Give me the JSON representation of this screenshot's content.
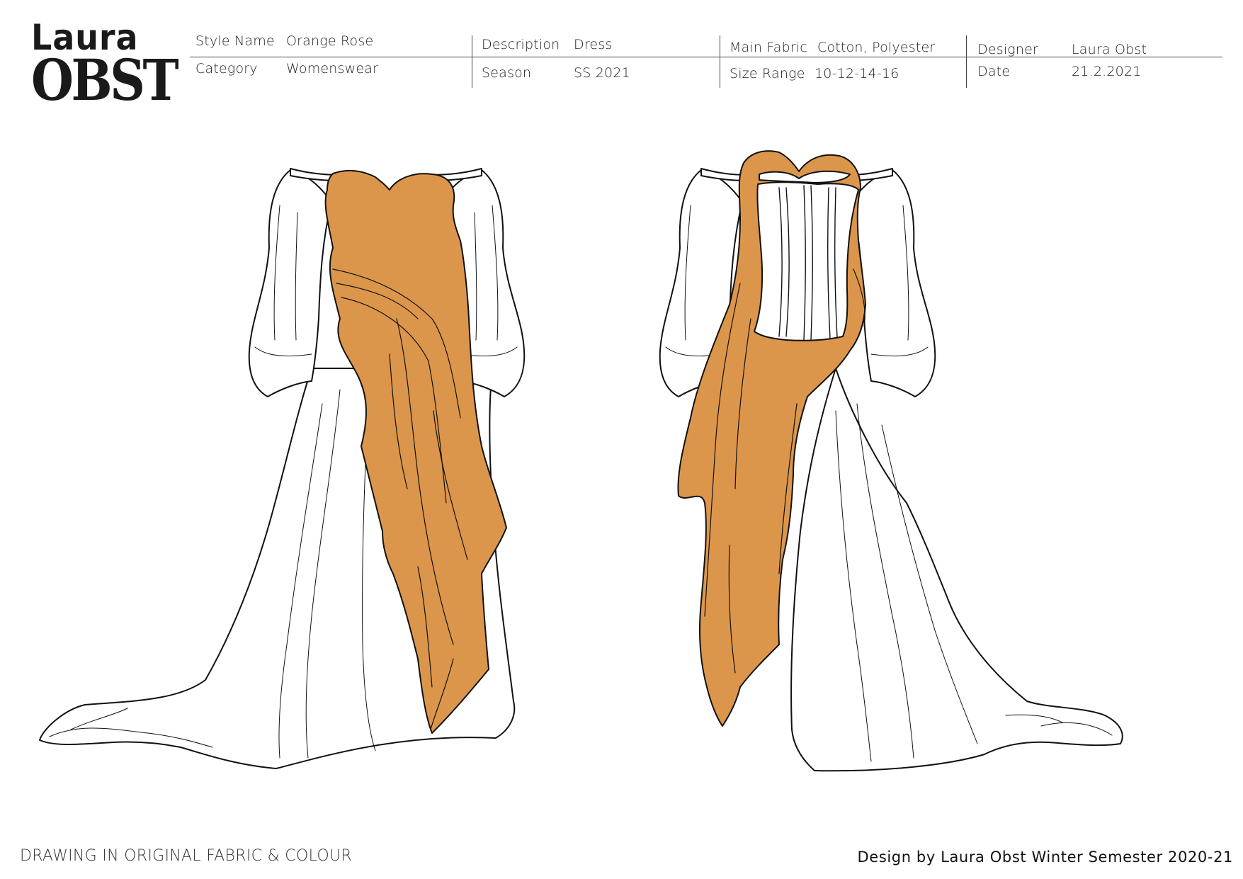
{
  "logo": {
    "line1": "Laura",
    "line2": "OBST"
  },
  "header": {
    "style_name": {
      "label": "Style Name",
      "value": "Orange Rose"
    },
    "category": {
      "label": "Category",
      "value": "Womenswear"
    },
    "description": {
      "label": "Description",
      "value": "Dress"
    },
    "season": {
      "label": "Season",
      "value": "SS 2021"
    },
    "main_fabric": {
      "label": "Main Fabric",
      "value": "Cotton, Polyester"
    },
    "size_range": {
      "label": "Size Range",
      "value": "10-12-14-16"
    },
    "designer": {
      "label": "Designer",
      "value": "Laura Obst"
    },
    "date": {
      "label": "Date",
      "value": "21.2.2021"
    }
  },
  "colors": {
    "fabric_orange": "#dc964b",
    "outline": "#111111",
    "base_white": "#ffffff"
  },
  "footer": {
    "left": "DRAWING IN ORIGINAL FABRIC & COLOUR",
    "right": "Design by Laura Obst Winter Semester 2020-21"
  }
}
